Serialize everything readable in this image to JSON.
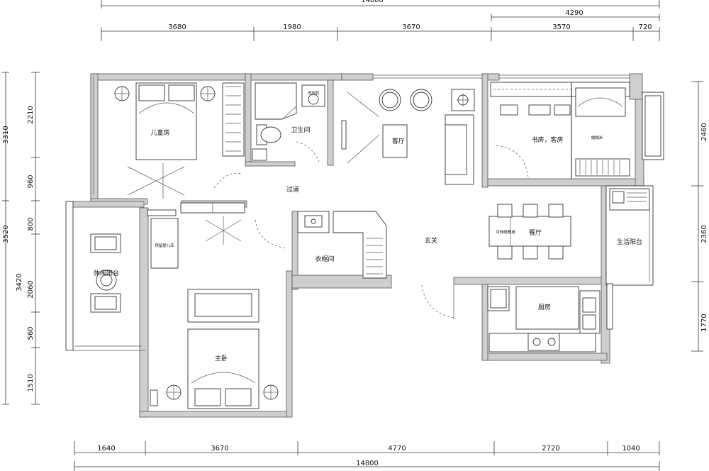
{
  "dimensions": {
    "top_overall": "14800",
    "top_right_group": "4290",
    "top": [
      "3680",
      "1980",
      "3670",
      "3570",
      "720"
    ],
    "bottom": [
      "1640",
      "3670",
      "4770",
      "2720",
      "1040"
    ],
    "bottom_overall": "14800",
    "left_outer": [
      "3310",
      "3520"
    ],
    "left": [
      "2210",
      "960",
      "800",
      "3420",
      "2060",
      "560",
      "1510"
    ],
    "right": [
      "2460",
      "2360",
      "1770"
    ]
  },
  "rooms": {
    "childrens_room": "儿童房",
    "bathroom": "卫生间",
    "living_room": "客厅",
    "study_guest": "书房，客房",
    "tatami": "榻榻米",
    "corridor": "过道",
    "foyer": "玄关",
    "dining": "餐厅",
    "utility_balcony": "生活阳台",
    "leisure_balcony": "休闲阳台",
    "cloakroom": "衣帽间",
    "kitchen": "厨房",
    "master_bedroom": "主卧",
    "reserved_crib": "预留婴儿床",
    "washing_machine": "洗衣机",
    "folding_table": "可伸缩餐桌"
  }
}
